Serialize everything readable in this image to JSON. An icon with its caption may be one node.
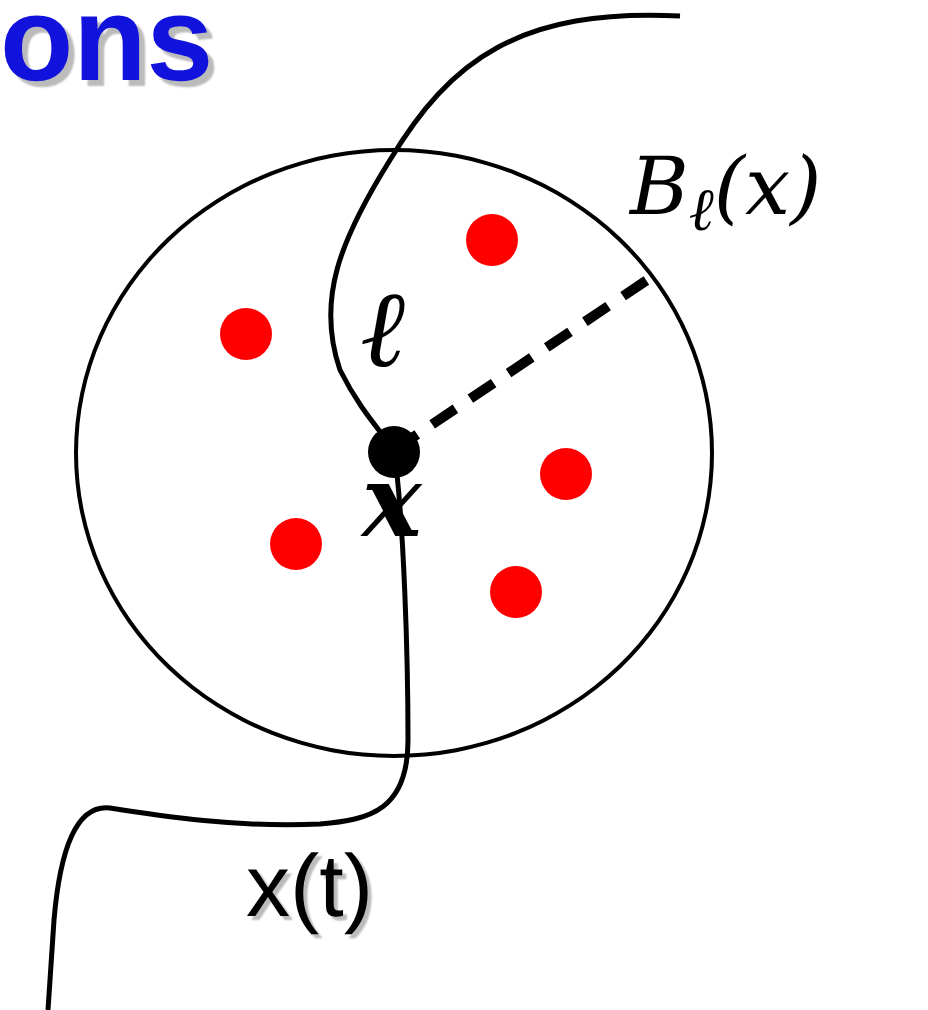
{
  "diagram": {
    "title": "ons",
    "nodes": [
      {
        "text": [
          "B$_{ℓ}$(x)"
        ]
      }
    ],
    "labels": [
      "ℓ",
      "x",
      "x(t)"
    ]
  }
}
